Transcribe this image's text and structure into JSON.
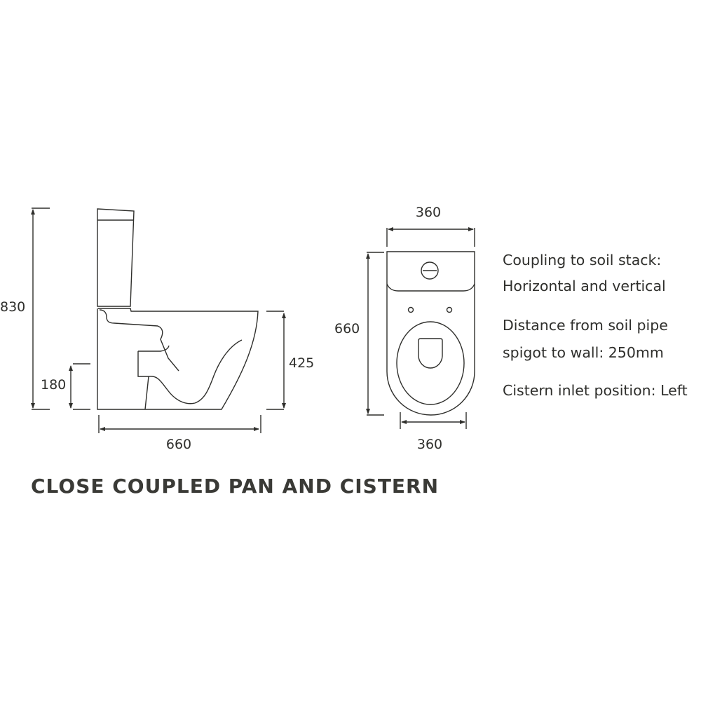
{
  "side_view": {
    "height_total": "830",
    "height_outlet": "180",
    "height_seat": "425",
    "depth": "660"
  },
  "top_view": {
    "width_top": "360",
    "length": "660",
    "width_bottom": "360"
  },
  "notes": [
    "Coupling to soil stack:",
    "Horizontal and vertical",
    "Distance from soil pipe",
    "spigot to wall: 250mm",
    "Cistern inlet position: Left"
  ],
  "title": "CLOSE COUPLED PAN AND CISTERN"
}
